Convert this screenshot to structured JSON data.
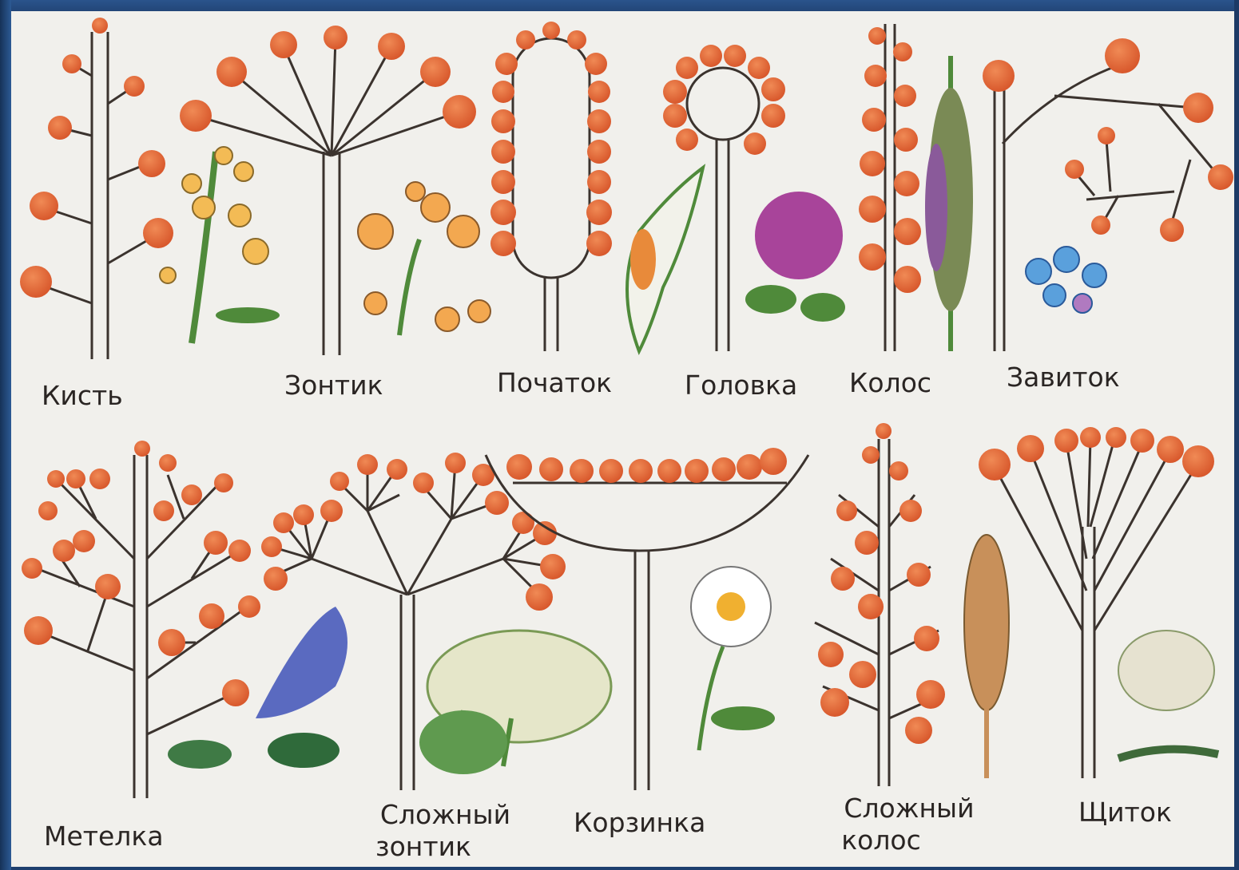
{
  "colors": {
    "background": "#f1f0ec",
    "frame": "#1e3f6e",
    "flower_dot": "#e06a3a",
    "stem": "#3b332e",
    "label": "#2a2523"
  },
  "inflorescences": [
    {
      "id": "kist",
      "label": "Кисть"
    },
    {
      "id": "zontik",
      "label": "Зонтик"
    },
    {
      "id": "pochatok",
      "label": "Початок"
    },
    {
      "id": "golovka",
      "label": "Головка"
    },
    {
      "id": "kolos",
      "label": "Колос"
    },
    {
      "id": "zavitok",
      "label": "Завиток"
    },
    {
      "id": "metelka",
      "label": "Метелка"
    },
    {
      "id": "slozhny-zontik",
      "label_line1": "Сложный",
      "label_line2": "зонтик"
    },
    {
      "id": "korzinka",
      "label": "Корзинка"
    },
    {
      "id": "slozhny-kolos",
      "label_line1": "Сложный",
      "label_line2": "колос"
    },
    {
      "id": "shchitok",
      "label": "Щиток"
    }
  ]
}
